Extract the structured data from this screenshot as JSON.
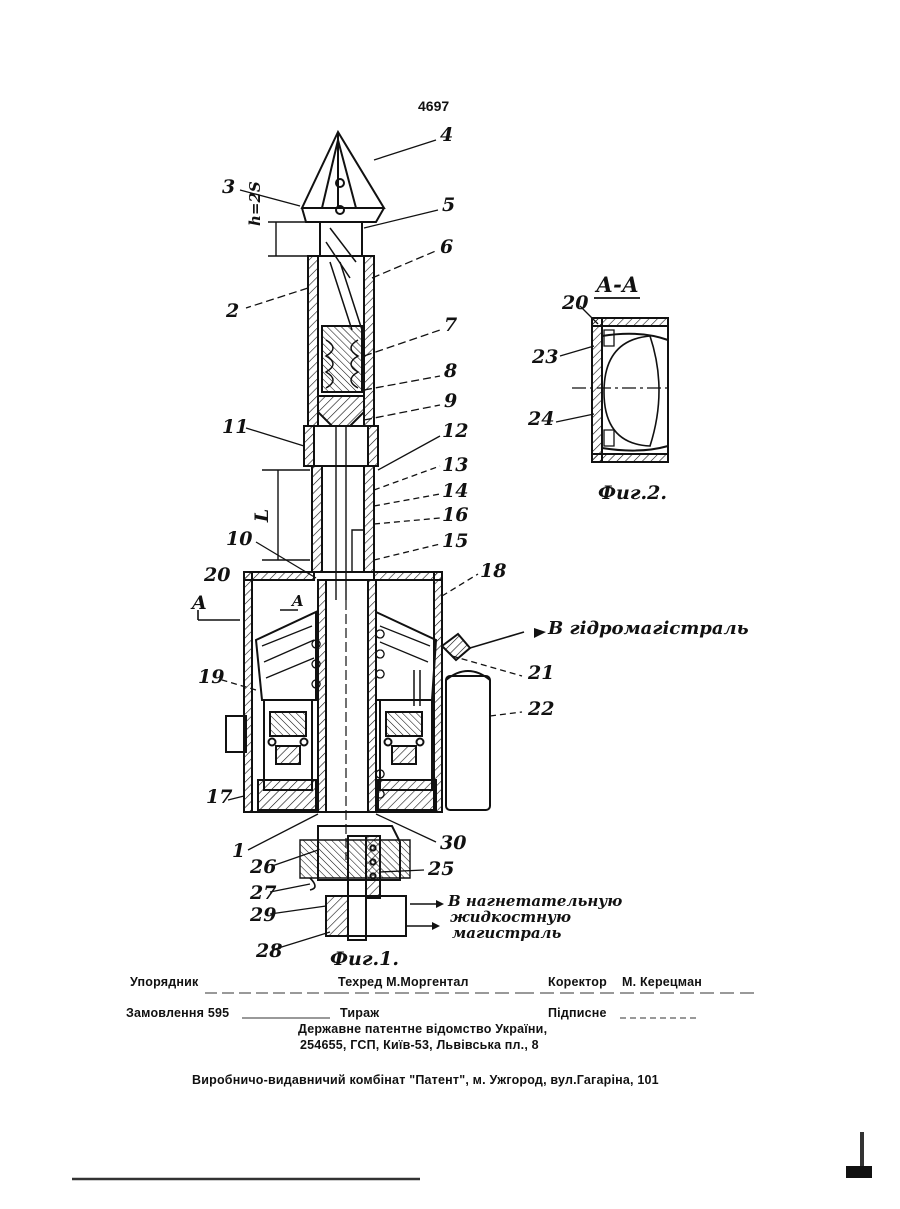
{
  "page_number": "4697",
  "fig1": {
    "labels": {
      "l1": "1",
      "l2": "2",
      "l3": "3",
      "l4": "4",
      "l5": "5",
      "l6": "6",
      "l7": "7",
      "l8": "8",
      "l9": "9",
      "l10": "10",
      "l11": "11",
      "l12": "12",
      "l13": "13",
      "l14": "14",
      "l15": "15",
      "l16": "16",
      "l17": "17",
      "l18": "18",
      "l19": "19",
      "l20": "20",
      "l21": "21",
      "l22": "22",
      "l25": "25",
      "l26": "26",
      "l27": "27",
      "l28": "28",
      "l29": "29",
      "l30": "30"
    },
    "dim_h2s": "h=2S",
    "dim_L": "L",
    "section_A": "A",
    "section_A_right": "A",
    "arrow_hydro": "В гідромагістраль",
    "arrow_pump_1": "В нагнетательную",
    "arrow_pump_2": "жидкостную",
    "arrow_pump_3": "магистраль",
    "caption": "Фиг.1."
  },
  "fig2": {
    "title": "А-А",
    "labels": {
      "l20": "20",
      "l23": "23",
      "l24": "24"
    },
    "caption": "Фиг.2."
  },
  "imprint": {
    "compiler_label": "Упорядник",
    "tech_editor": "Техред М.Моргентал",
    "proofreader_label": "Коректор",
    "proofreader_name": "М. Керецман",
    "order": "Замовлення 595",
    "circulation": "Тираж",
    "subscription": "Підписне",
    "office": "Державне патентне відомство України,",
    "address": "254655, ГСП, Київ-53, Львівська пл., 8",
    "publisher": "Виробничо-видавничий комбінат \"Патент\", м. Ужгород, вул.Гагаріна, 101"
  }
}
